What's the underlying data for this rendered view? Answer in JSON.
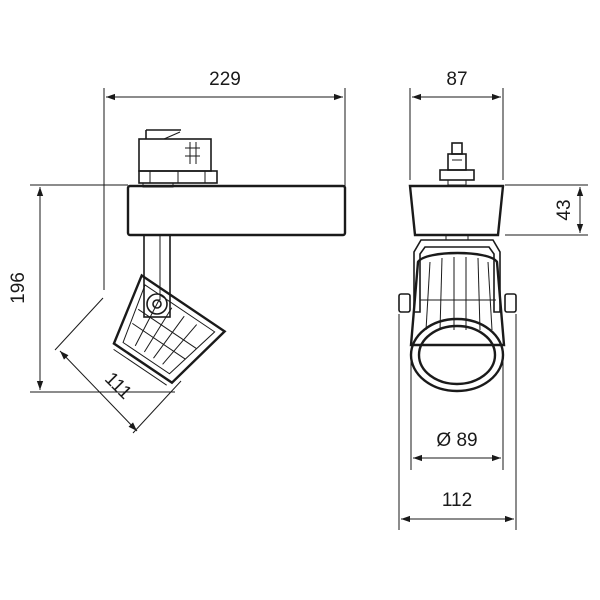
{
  "dimensions": {
    "side_width": "229",
    "side_height": "196",
    "head_length": "111",
    "front_width": "87",
    "front_height": "43",
    "front_diameter": "Ø 89",
    "front_overall": "112"
  },
  "colors": {
    "line": "#1a1a1a",
    "background": "#ffffff"
  }
}
